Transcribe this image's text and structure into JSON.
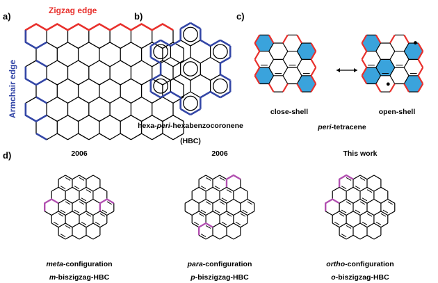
{
  "colors": {
    "bond": "#000000",
    "zigzag": "#e8302c",
    "armchair": "#3346a6",
    "fill": "#3aa3dc",
    "highlight": "#b14fb0"
  },
  "panel_a": {
    "label": "a)",
    "zigzag_label": "Zigzag edge",
    "armchair_label": "Armchair edge"
  },
  "panel_b": {
    "label": "b)",
    "name_prefix": "hexa-",
    "name_italic": "peri",
    "name_suffix": "-hexabenzocoronene",
    "abbrev": "(HBC)"
  },
  "panel_c": {
    "label": "c)",
    "left_caption": "close-shell",
    "right_caption": "open-shell",
    "name_italic": "peri",
    "name_suffix": "-tetracene",
    "arrow": "resonance-double-arrow"
  },
  "panel_d": {
    "label": "d)",
    "items": [
      {
        "year": "2006",
        "config_italic": "meta",
        "config_suffix": "-configuration",
        "name_italic": "m",
        "name_suffix": "-biszigzag-HBC"
      },
      {
        "year": "2006",
        "config_italic": "para",
        "config_suffix": "-configuration",
        "name_italic": "p",
        "name_suffix": "-biszigzag-HBC"
      },
      {
        "year": "This work",
        "config_italic": "ortho",
        "config_suffix": "-configuration",
        "name_italic": "o",
        "name_suffix": "-biszigzag-HBC"
      }
    ]
  }
}
